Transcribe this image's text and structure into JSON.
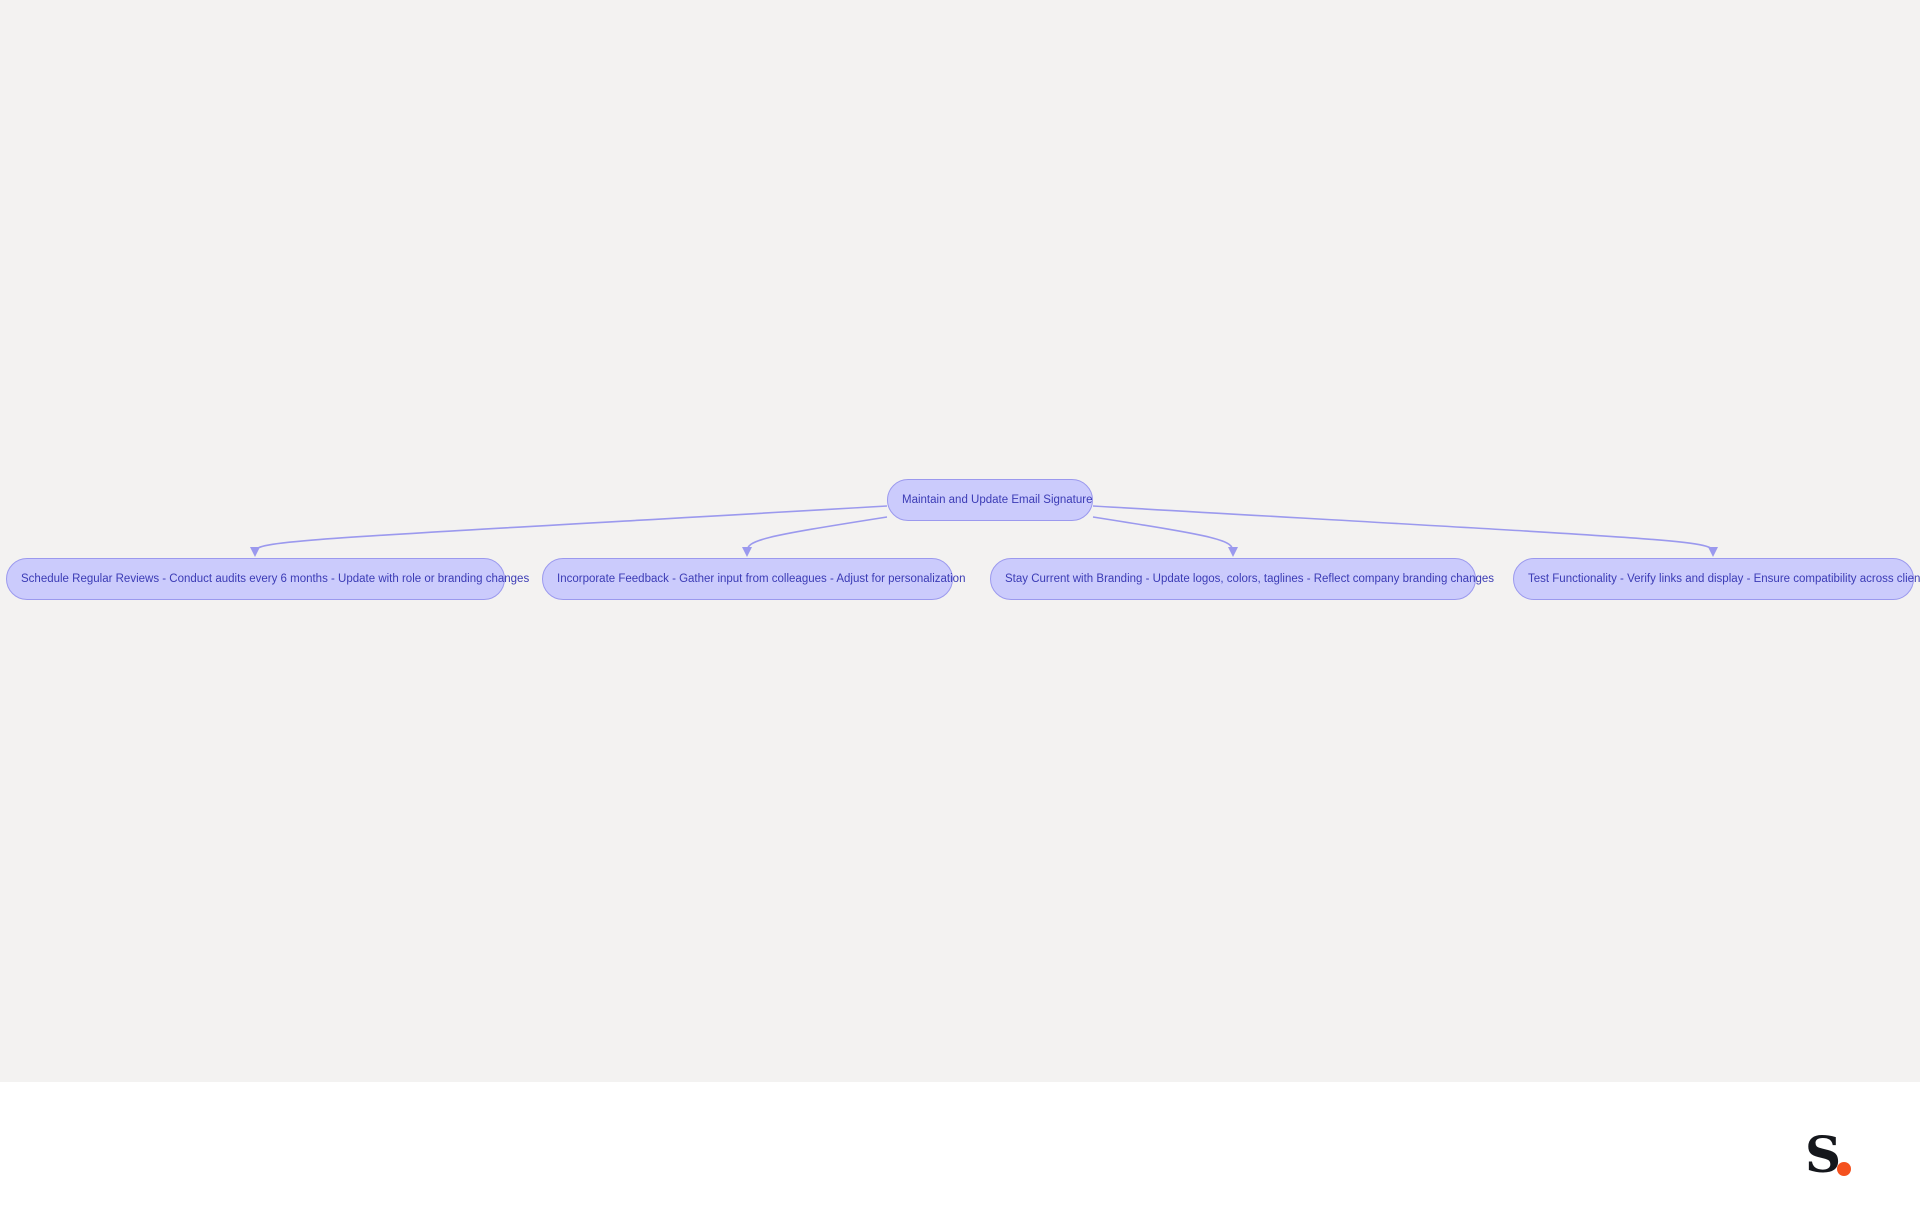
{
  "diagram": {
    "root": {
      "label": "Maintain and Update Email Signature"
    },
    "children": [
      {
        "label": "Schedule Regular Reviews - Conduct audits every 6 months - Update with role or branding changes"
      },
      {
        "label": "Incorporate Feedback - Gather input from colleagues - Adjust for personalization"
      },
      {
        "label": "Stay Current with Branding - Update logos, colors, taglines - Reflect company branding changes"
      },
      {
        "label": "Test Functionality - Verify links and display - Ensure compatibility across clients"
      }
    ],
    "colors": {
      "background": "#f3f2f1",
      "node_fill": "#cbcbfc",
      "node_border": "#9b99ee",
      "node_text": "#3b3bb5",
      "edge": "#9b99ee"
    }
  },
  "footer": {
    "logo": {
      "letter": "S",
      "dot_color": "#f4511e"
    }
  }
}
